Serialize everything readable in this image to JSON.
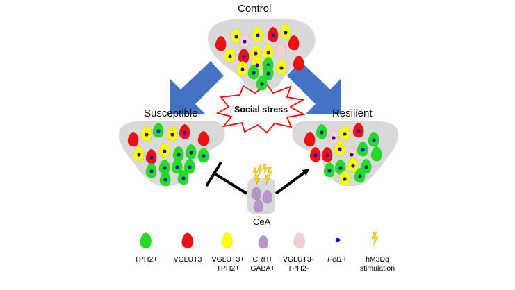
{
  "groups": {
    "control": "Control",
    "susceptible": "Susceptible",
    "resilient": "Resilient",
    "cea": "CeA"
  },
  "stress_label": "Social stress",
  "legend": [
    {
      "line1": "TPH2+",
      "line2": ""
    },
    {
      "line1": "VGLUT3+",
      "line2": ""
    },
    {
      "line1": "VGLUT3+",
      "line2": "TPH2+"
    },
    {
      "line1": "CRH+",
      "line2": "GABA+"
    },
    {
      "line1": "VGLUT3-",
      "line2": "TPH2-"
    },
    {
      "line1": "Pet1+",
      "line2": ""
    },
    {
      "line1": "hM3Dq",
      "line2": "stimulation"
    }
  ],
  "colors": {
    "tph2": "#22dd22",
    "vglut3": "#ee1111",
    "double": "#ffff00",
    "crh_gaba": "#b894cc",
    "negative": "#f2d0ce",
    "pet1": "#1111cc",
    "bolt": "#ffd400",
    "tissue": "#d9d9d9",
    "arrow_blue": "#4472c4",
    "starburst_stroke": "#ff0000"
  }
}
